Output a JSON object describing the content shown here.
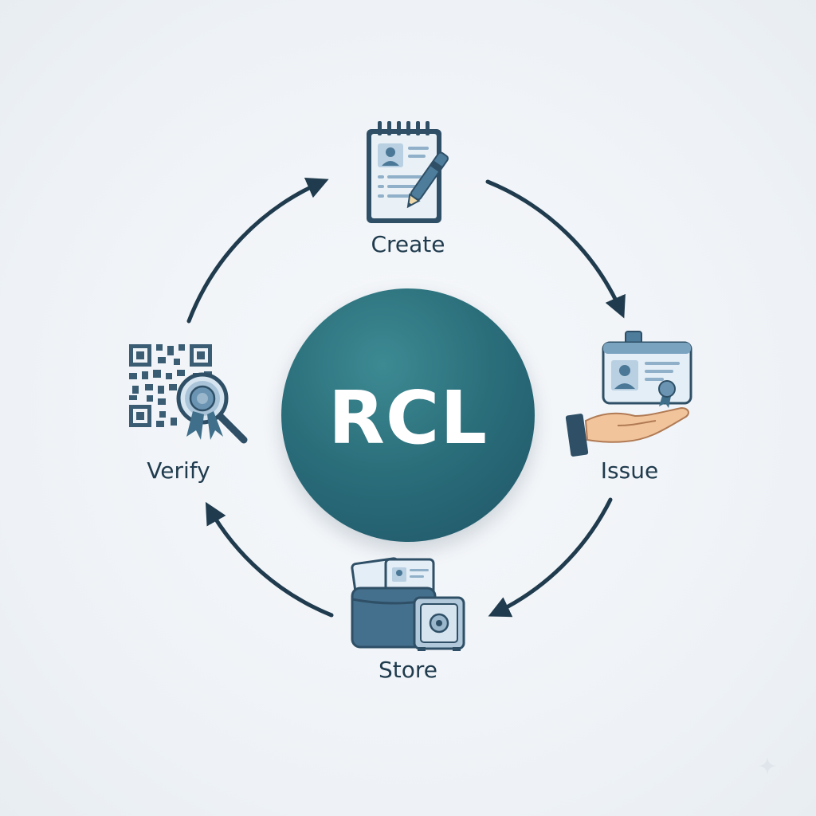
{
  "hub": {
    "label": "RCL"
  },
  "stages": {
    "create": {
      "label": "Create",
      "icon": "notepad-pen-icon"
    },
    "issue": {
      "label": "Issue",
      "icon": "id-card-hand-icon"
    },
    "store": {
      "label": "Store",
      "icon": "wallet-safe-icon"
    },
    "verify": {
      "label": "Verify",
      "icon": "qr-magnifier-icon"
    }
  },
  "colors": {
    "hub": "#2b6f7b",
    "arrow": "#1f3b4d",
    "text": "#1f3b4d",
    "icon_blue": "#5f8fae",
    "icon_light": "#dbe8f2"
  }
}
